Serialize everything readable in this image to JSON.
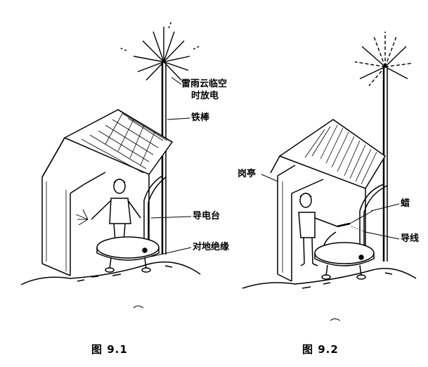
{
  "figure_left": {
    "labels": {
      "spark": "雷雨云临空",
      "spark_line2": "时放电",
      "rod": "铁棒",
      "platform": "导电台",
      "insulation": "对地绝缘"
    },
    "caption": "图 9.1"
  },
  "figure_right": {
    "labels": {
      "hut": "岗亭",
      "wax": "蜡",
      "wire": "导线"
    },
    "caption": "图 9.2"
  },
  "colors": {
    "ink": "#000000",
    "paper": "#ffffff"
  }
}
